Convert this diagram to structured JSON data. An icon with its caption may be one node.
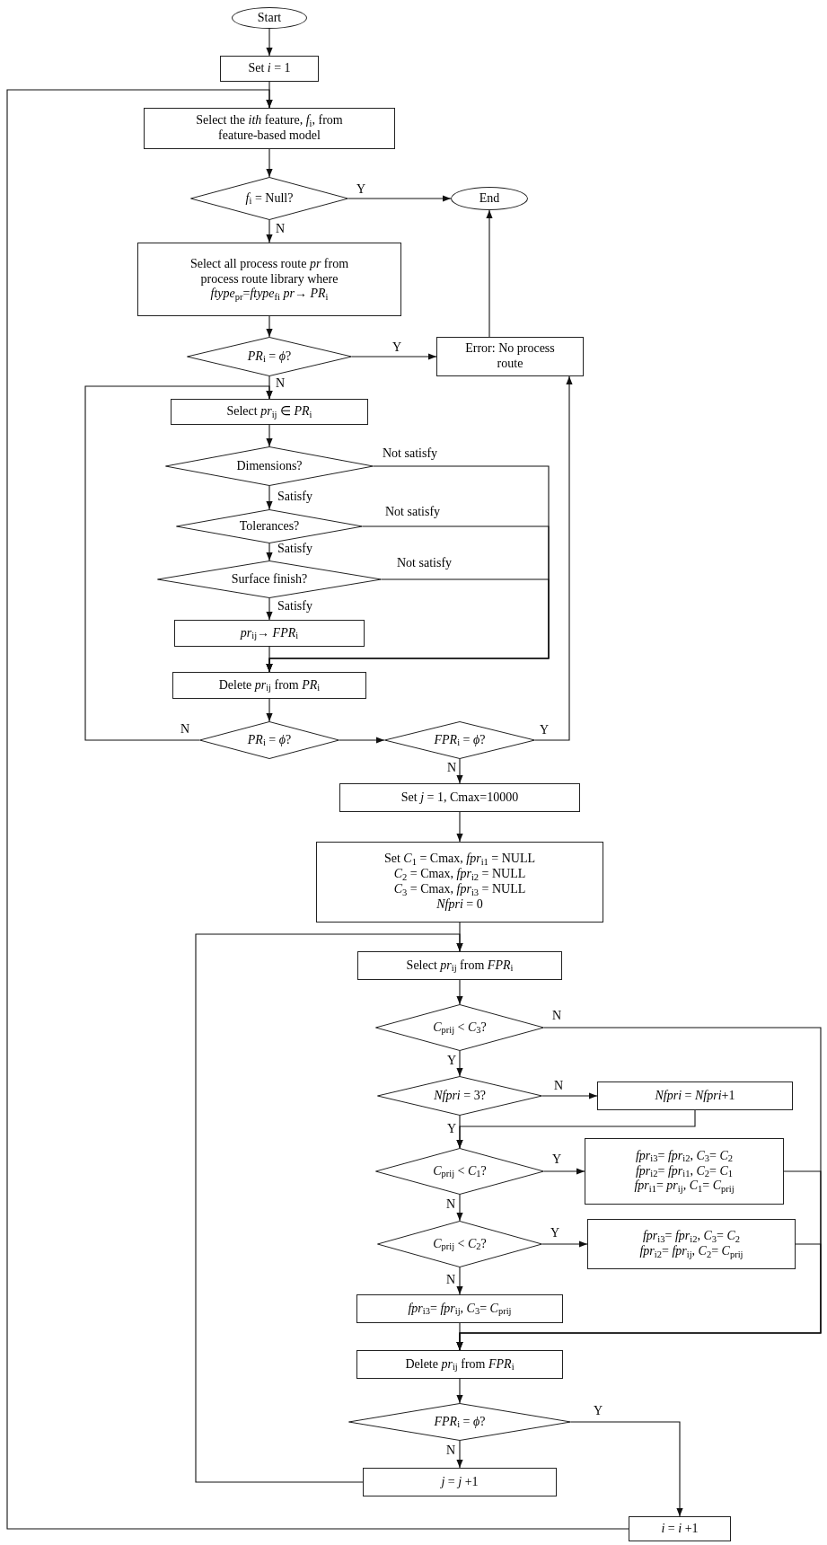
{
  "diagram": {
    "nodes": [
      {
        "text": [
          "Start"
        ]
      },
      {
        "text": [
          "Set *i* = 1"
        ]
      },
      {
        "text": [
          "Select the *ith* feature, *f*$_{i}$, from feature-based model"
        ]
      },
      {
        "text": [
          "*f*$_{i}$ = Null?"
        ]
      },
      {
        "text": [
          "End"
        ]
      },
      {
        "text": [
          "Select all process route *pr* from process route library where *ftype*$_{pr}$=*ftype*$_{fi}$ *pr*→ *PR*$_{i}$"
        ]
      },
      {
        "text": [
          "*PR*$_{i}$ = *ϕ*?"
        ]
      },
      {
        "text": [
          "Error: No process route"
        ]
      },
      {
        "text": [
          "Select *pr*$_{ij}$ ∈ *PR*$_{i}$"
        ]
      },
      {
        "text": [
          "Dimensions?"
        ]
      },
      {
        "text": [
          "Tolerances?"
        ]
      },
      {
        "text": [
          "Surface finish?"
        ]
      },
      {
        "text": [
          "*pr*$_{ij}$→ *FPR*$_{i}$"
        ]
      },
      {
        "text": [
          "Delete *pr*$_{ij}$ from *PR*$_{i}$"
        ]
      },
      {
        "text": [
          "*PR*$_{i}$ = *ϕ*?"
        ]
      },
      {
        "text": [
          "*FPR*$_{i}$ = *ϕ*?"
        ]
      },
      {
        "text": [
          "Set *j* = 1, Cmax=10000"
        ]
      },
      {
        "text": [
          "Set *C*$_{1}$ = Cmax, *fpr*$_{i1}$ = NULL",
          "*C*$_{2}$ = Cmax, *fpr*$_{i2}$ = NULL",
          "*C*$_{3}$ = Cmax, *fpr*$_{i3}$ = NULL",
          "*Nfpri* = 0"
        ]
      },
      {
        "text": [
          "Select *pr*$_{ij}$ from *FPR*$_{i}$"
        ]
      },
      {
        "text": [
          "*C*$_{prij}$ < *C*$_{3}$?"
        ]
      },
      {
        "text": [
          "*Nfpri* = 3?"
        ]
      },
      {
        "text": [
          "*Nfpri* = *Nfpri*+1"
        ]
      },
      {
        "text": [
          "*C*$_{prij}$ < *C*$_{1}$?"
        ]
      },
      {
        "text": [
          "*fpr*$_{i3}$= *fpr*$_{i2}$, *C*$_{3}$= *C*$_{2}$",
          "*fpr*$_{i2}$= *fpr*$_{i1}$, *C*$_{2}$= *C*$_{1}$",
          "*fpr*$_{i1}$= *pr*$_{ij}$, *C*$_{1}$= *C*$_{prij}$"
        ]
      },
      {
        "text": [
          "*C*$_{prij}$ < *C*$_{2}$?"
        ]
      },
      {
        "text": [
          "*fpr*$_{i3}$= *fpr*$_{i2}$, *C*$_{3}$= *C*$_{2}$",
          "*fpr*$_{i2}$= *fpr*$_{ij}$, *C*$_{2}$= *C*$_{prij}$"
        ]
      },
      {
        "text": [
          "*fpr*$_{i3}$= *fpr*$_{ij}$, *C*$_{3}$= *C*$_{prij}$"
        ]
      },
      {
        "text": [
          "Delete *pr*$_{ij}$ from *FPR*$_{i}$"
        ]
      },
      {
        "text": [
          "*FPR*$_{i}$ = *ϕ*?"
        ]
      },
      {
        "text": [
          "*j* = *j* +1"
        ]
      },
      {
        "text": [
          "*i* = *i* +1"
        ]
      }
    ],
    "edges": [
      {
        "from": 0,
        "to": 1,
        "arrow": "to"
      },
      {
        "from": 1,
        "to": 2,
        "arrow": "to"
      },
      {
        "from": 2,
        "to": 3,
        "arrow": "to"
      },
      {
        "from": 3,
        "to": 4,
        "arrow": "to",
        "label": "Y"
      },
      {
        "from": 3,
        "to": 5,
        "arrow": "to",
        "label": "N"
      },
      {
        "from": 5,
        "to": 6,
        "arrow": "to"
      },
      {
        "from": 6,
        "to": 7,
        "arrow": "to",
        "label": "Y"
      },
      {
        "from": 6,
        "to": 8,
        "arrow": "to",
        "label": "N"
      },
      {
        "from": 7,
        "to": 4,
        "arrow": "to"
      },
      {
        "from": 8,
        "to": 9,
        "arrow": "to"
      },
      {
        "from": 9,
        "to": 10,
        "arrow": "to",
        "label": "Satisfy"
      },
      {
        "from": 10,
        "to": 11,
        "arrow": "to",
        "label": "Satisfy"
      },
      {
        "from": 11,
        "to": 12,
        "arrow": "to",
        "label": "Satisfy"
      },
      {
        "from": 9,
        "to": 13,
        "arrow": "to",
        "label": "Not satisfy"
      },
      {
        "from": 10,
        "to": 13,
        "arrow": "to",
        "label": "Not satisfy"
      },
      {
        "from": 11,
        "to": 13,
        "arrow": "to",
        "label": "Not satisfy"
      },
      {
        "from": 12,
        "to": 13,
        "arrow": "to"
      },
      {
        "from": 13,
        "to": 14,
        "arrow": "to"
      },
      {
        "from": 14,
        "to": 8,
        "arrow": "to",
        "label": "N"
      },
      {
        "from": 14,
        "to": 15,
        "arrow": "to"
      },
      {
        "from": 15,
        "to": 7,
        "arrow": "to",
        "label": "Y"
      },
      {
        "from": 15,
        "to": 16,
        "arrow": "to",
        "label": "N"
      },
      {
        "from": 16,
        "to": 17,
        "arrow": "to"
      },
      {
        "from": 17,
        "to": 18,
        "arrow": "to"
      },
      {
        "from": 18,
        "to": 19,
        "arrow": "to"
      },
      {
        "from": 19,
        "to": 27,
        "arrow": "to",
        "label": "N"
      },
      {
        "from": 19,
        "to": 20,
        "arrow": "to",
        "label": "Y"
      },
      {
        "from": 20,
        "to": 21,
        "arrow": "to",
        "label": "N"
      },
      {
        "from": 20,
        "to": 22,
        "arrow": "to",
        "label": "Y"
      },
      {
        "from": 21,
        "to": 22,
        "arrow": "to"
      },
      {
        "from": 22,
        "to": 23,
        "arrow": "to",
        "label": "Y"
      },
      {
        "from": 22,
        "to": 24,
        "arrow": "to",
        "label": "N"
      },
      {
        "from": 23,
        "to": 27,
        "arrow": "to"
      },
      {
        "from": 24,
        "to": 25,
        "arrow": "to",
        "label": "Y"
      },
      {
        "from": 24,
        "to": 26,
        "arrow": "to",
        "label": "N"
      },
      {
        "from": 25,
        "to": 27,
        "arrow": "to"
      },
      {
        "from": 26,
        "to": 27,
        "arrow": "to"
      },
      {
        "from": 27,
        "to": 28,
        "arrow": "to"
      },
      {
        "from": 28,
        "to": 29,
        "arrow": "to",
        "label": "N"
      },
      {
        "from": 28,
        "to": 30,
        "arrow": "to",
        "label": "Y"
      },
      {
        "from": 29,
        "to": 18,
        "arrow": "to"
      },
      {
        "from": 30,
        "to": 2,
        "arrow": "to"
      }
    ]
  }
}
